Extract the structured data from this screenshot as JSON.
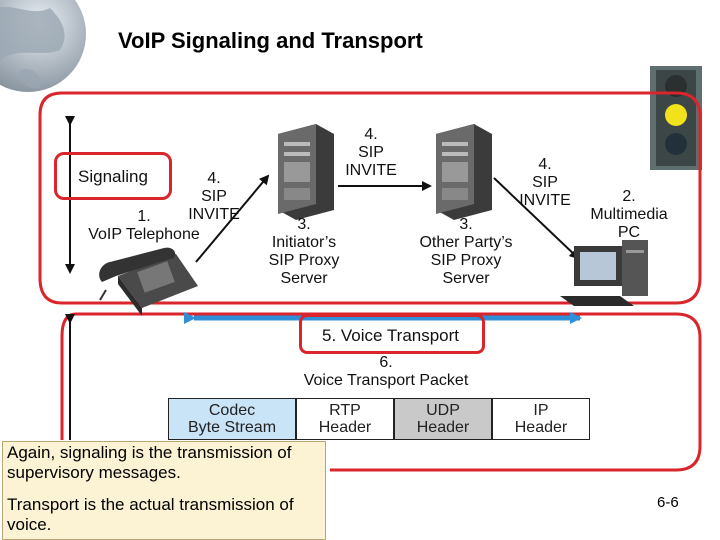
{
  "title": "VoIP Signaling and Transport",
  "page_number": "6-6",
  "signaling_label": "Signaling",
  "voice_transport_label": "5. Voice Transport",
  "labels": {
    "voip_phone": [
      "1.",
      "VoIP Telephone"
    ],
    "multimedia_pc": [
      "2.",
      "Multimedia",
      "PC"
    ],
    "initiator_proxy": [
      "3.",
      "Initiator’s",
      "SIP Proxy",
      "Server"
    ],
    "other_proxy": [
      "3.",
      "Other Party’s",
      "SIP Proxy",
      "Server"
    ],
    "sip_invite_left": [
      "4.",
      "SIP",
      "INVITE"
    ],
    "sip_invite_top": [
      "4.",
      "SIP",
      "INVITE"
    ],
    "sip_invite_right": [
      "4.",
      "SIP",
      "INVITE"
    ],
    "voice_packet": [
      "6.",
      "Voice Transport Packet"
    ]
  },
  "packet_fields": [
    {
      "lines": [
        "Codec",
        "Byte Stream"
      ],
      "color": "#c9e3f7"
    },
    {
      "lines": [
        "RTP",
        "Header"
      ],
      "color": "#ffffff"
    },
    {
      "lines": [
        "UDP",
        "Header"
      ],
      "color": "#c9c9c9"
    },
    {
      "lines": [
        "IP",
        "Header"
      ],
      "color": "#ffffff"
    }
  ],
  "note": [
    "Again, signaling is the transmission of supervisory messages.",
    "Transport is the actual transmission of voice."
  ],
  "colors": {
    "accent_red": "#d8262c",
    "transport_arrow": "#2f8fd8"
  }
}
